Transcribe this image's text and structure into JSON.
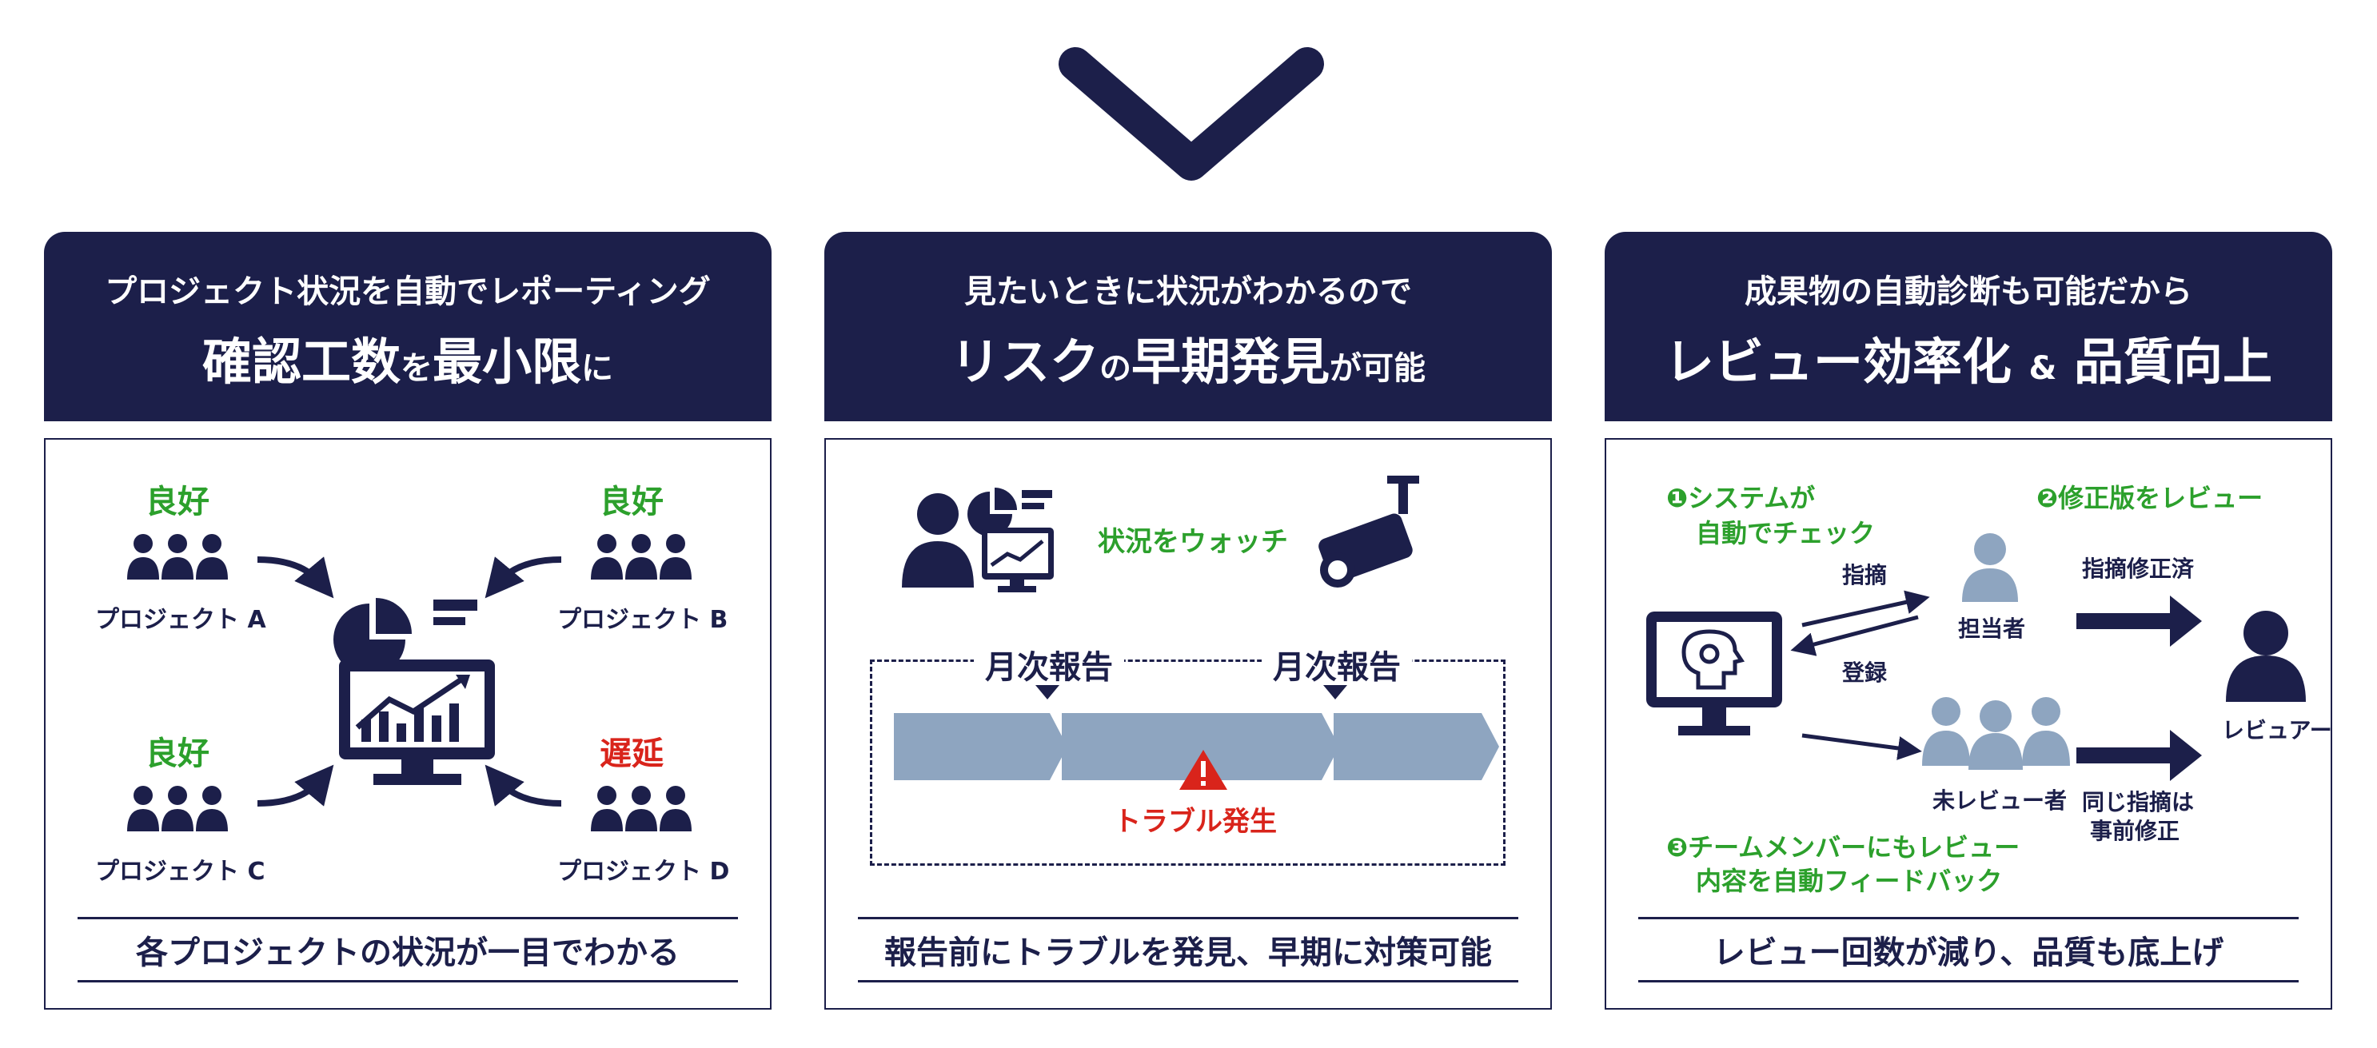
{
  "panels": [
    {
      "subtitle": "プロジェクト状況を自動でレポーティング",
      "title_a": "確認工数",
      "title_b": "を",
      "title_c": "最小限",
      "title_d": "に",
      "projects": [
        {
          "status": "良好",
          "name": "プロジェクト A"
        },
        {
          "status": "良好",
          "name": "プロジェクト B"
        },
        {
          "status": "良好",
          "name": "プロジェクト C"
        },
        {
          "status": "遅延",
          "name": "プロジェクト D"
        }
      ],
      "caption": "各プロジェクトの状況が一目でわかる"
    },
    {
      "subtitle": "見たいときに状況がわかるので",
      "title_a": "リスク",
      "title_b": "の",
      "title_c": "早期発見",
      "title_d": "が可能",
      "watch_label": "状況をウォッチ",
      "report_1": "月次報告",
      "report_2": "月次報告",
      "trouble": "トラブル発生",
      "caption": "報告前にトラブルを発見、早期に対策可能"
    },
    {
      "subtitle": "成果物の自動診断も可能だから",
      "title_a": "レビュー効率化",
      "title_b": "&",
      "title_c": "品質向上",
      "step1_line1": "❶システムが",
      "step1_line2": "自動でチェック",
      "step2": "❷修正版をレビュー",
      "step3_line1": "❸チームメンバーにもレビュー",
      "step3_line2": "内容を自動フィードバック",
      "point_out": "指摘",
      "register": "登録",
      "assignee": "担当者",
      "fixed": "指摘修正済",
      "reviewer": "レビュアー",
      "unreviewed": "未レビュー者",
      "same_1": "同じ指摘は",
      "same_2": "事前修正",
      "caption": "レビュー回数が減り、品質も底上げ"
    }
  ],
  "colors": {
    "navy": "#1c1f4a",
    "green": "#2ca02c",
    "red": "#d9241b",
    "steel": "#8ea5c0"
  }
}
